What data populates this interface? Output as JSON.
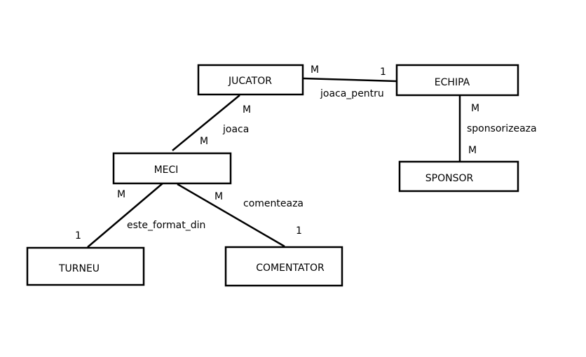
{
  "entities": {
    "jucator": "JUCATOR",
    "echipa": "ECHIPA",
    "meci": "MECI",
    "sponsor": "SPONSOR",
    "turneu": "TURNEU",
    "comentator": "COMENTATOR"
  },
  "relationships": {
    "joaca_pentru": {
      "label": "joaca_pentru",
      "from": "JUCATOR",
      "to": "ECHIPA",
      "card_from": "M",
      "card_to": "1"
    },
    "joaca": {
      "label": "joaca",
      "from": "JUCATOR",
      "to": "MECI",
      "card_from": "M",
      "card_to": "M"
    },
    "sponsorizeaza": {
      "label": "sponsorizeaza",
      "from": "ECHIPA",
      "to": "SPONSOR",
      "card_from": "M",
      "card_to": "M"
    },
    "este_format_din": {
      "label": "este_format_din",
      "from": "MECI",
      "to": "TURNEU",
      "card_from": "M",
      "card_to": "1"
    },
    "comenteaza": {
      "label": "comenteaza",
      "from": "MECI",
      "to": "COMENTATOR",
      "card_from": "M",
      "card_to": "1"
    }
  }
}
